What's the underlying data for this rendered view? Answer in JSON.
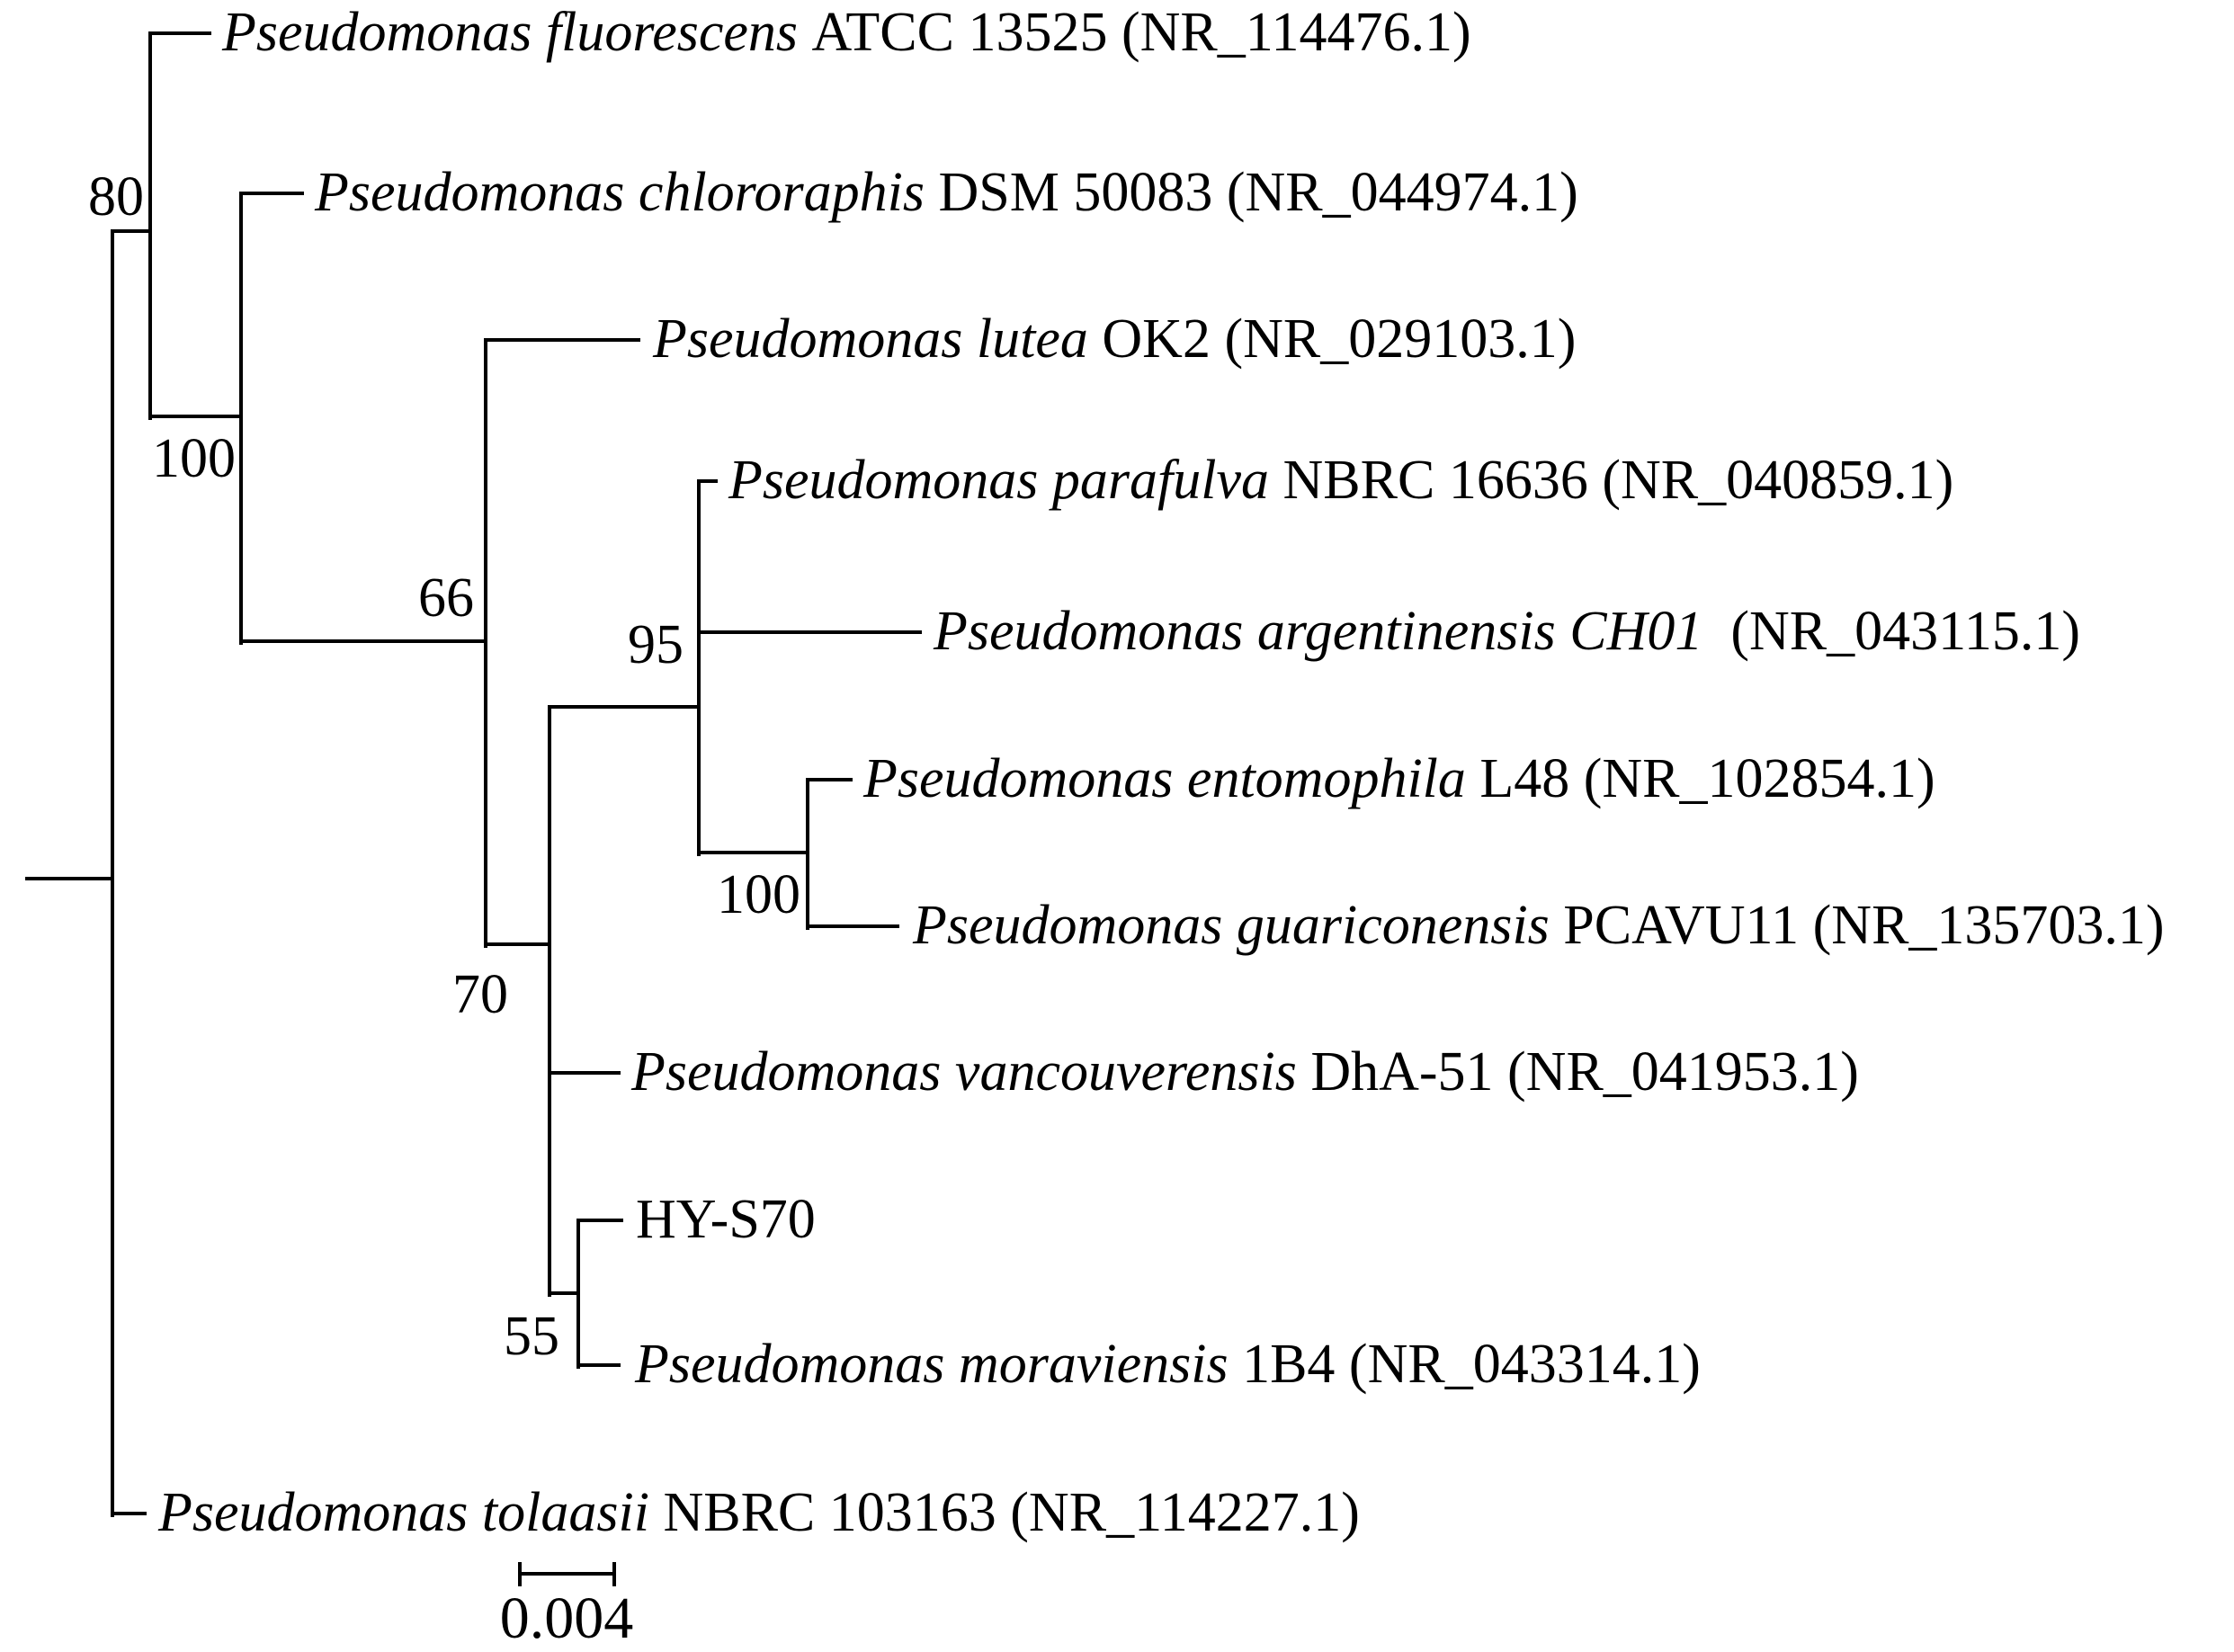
{
  "figure": {
    "type": "phylogenetic-tree",
    "taxa": [
      {
        "species": "Pseudomonas fluorescens",
        "strain": " ATCC 13525 (NR_114476.1)"
      },
      {
        "species": "Pseudomonas chlororaphis",
        "strain": " DSM 50083 (NR_044974.1)"
      },
      {
        "species": "Pseudomonas lutea",
        "strain": " OK2 (NR_029103.1)"
      },
      {
        "species": "Pseudomonas parafulva",
        "strain": " NBRC 16636 (NR_040859.1)"
      },
      {
        "species": "Pseudomonas argentinensis CH01",
        "strain": "  (NR_043115.1)"
      },
      {
        "species": "Pseudomonas entomophila",
        "strain": " L48 (NR_102854.1)"
      },
      {
        "species": "Pseudomonas guariconensis",
        "strain": " PCAVU11 (NR_135703.1)"
      },
      {
        "species": "Pseudomonas vancouverensis",
        "strain": " DhA-51 (NR_041953.1)"
      },
      {
        "species": "",
        "strain": "HY-S70"
      },
      {
        "species": "Pseudomonas moraviensis",
        "strain": " 1B4 (NR_043314.1)"
      },
      {
        "species": "Pseudomonas tolaasii",
        "strain": " NBRC 103163 (NR_114227.1)"
      }
    ],
    "bootstrap_values": [
      {
        "node": "fluorescens-plus-chlororaphis-clade",
        "value": "80"
      },
      {
        "node": "chlororaphis-plus-lutea-clade",
        "value": "100"
      },
      {
        "node": "lutea-plus-lower-clade",
        "value": "66"
      },
      {
        "node": "parafulva-argentinensis-clade",
        "value": "95"
      },
      {
        "node": "entomophila-guariconensis-clade",
        "value": "100"
      },
      {
        "node": "vancouverensis-clade",
        "value": "70"
      },
      {
        "node": "hys70-moraviensis-clade",
        "value": "55"
      }
    ],
    "scale_bar": {
      "label": "0.004"
    }
  }
}
